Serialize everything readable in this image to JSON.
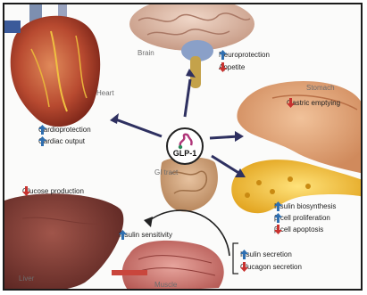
{
  "hub": {
    "label": "GLP-1"
  },
  "organs": {
    "brain": "Brain",
    "heart": "Heart",
    "stomach": "Stomach",
    "gi_tract": "GI tract",
    "liver": "Liver",
    "muscle": "Muscle"
  },
  "effects": {
    "neuroprotection": "Neuroprotection",
    "appetite": "Appetite",
    "cardioprotection": "Cardioprotection",
    "cardiac_output": "Cardiac output",
    "gastric_emptying": "Gastric emptying",
    "glucose_production": "Glucose production",
    "insulin_biosynthesis": "Insulin biosynthesis",
    "beta_cell_proliferation": "β cell proliferation",
    "beta_cell_apoptosis": "β cell apoptosis",
    "insulin_sensitivity": "Insulin sensitivity",
    "insulin_secretion": "Insulin secretion",
    "glucagon_secretion": "Glucagon secretion"
  },
  "colors": {
    "up": "#2f6fb0",
    "down": "#c8322f",
    "arrow": "#2e3060"
  },
  "icons": {
    "up": "up-arrow-icon",
    "down": "down-arrow-icon"
  }
}
